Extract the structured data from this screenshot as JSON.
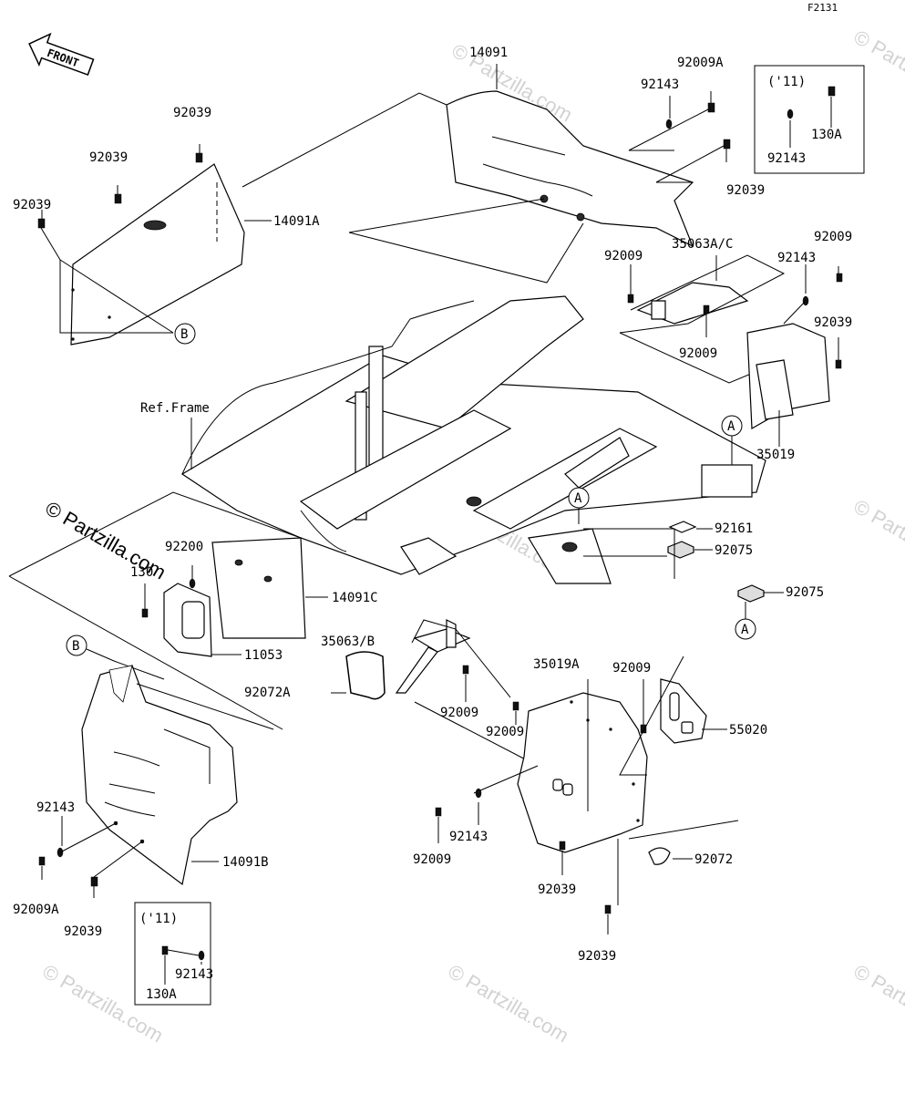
{
  "figure_code": "F2131",
  "front_label": "FRONT",
  "watermarks": {
    "main": "© Partzilla.com",
    "tile": "© Partzilla.com"
  },
  "parts": {
    "p14091": "14091",
    "p14091A": "14091A",
    "p14091B": "14091B",
    "p14091C": "14091C",
    "p35019": "35019",
    "p35019A": "35019A",
    "p35063AC": "35063A/C",
    "p35063B": "35063/B",
    "p55020": "55020",
    "p11053": "11053",
    "p92200": "92200",
    "p130": "130",
    "p92161": "92161",
    "p92075": "92075",
    "p92072": "92072",
    "p92072A": "92072A",
    "p92009": "92009",
    "p92009A": "92009A",
    "p92039": "92039",
    "p92143": "92143",
    "p130A": "130A",
    "ref_frame": "Ref.Frame"
  },
  "year_boxes": {
    "top": {
      "year": "('11)",
      "bolt": "130A",
      "washer": "92143"
    },
    "bottom": {
      "year": "('11)",
      "bolt": "130A",
      "washer": "92143"
    }
  },
  "circle_refs": {
    "A": "A",
    "B": "B"
  }
}
